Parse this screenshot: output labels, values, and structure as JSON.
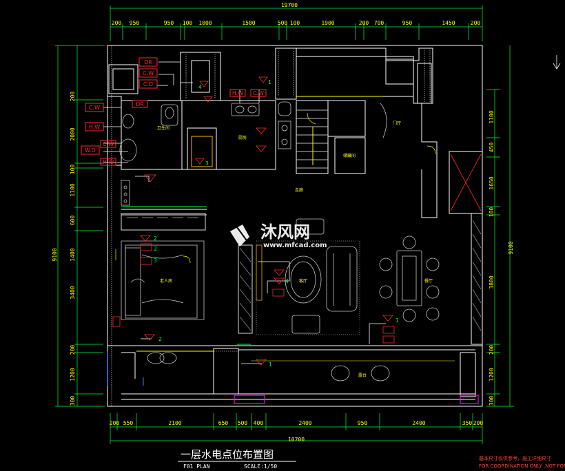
{
  "drawing": {
    "title": "一层水电点位布置图",
    "plan_code": "F01 PLAN",
    "scale": "SCALE:1/50",
    "note_line1": "基本尺寸仅供参考，施工详细尺寸",
    "note_line2": "FOR COORDINATION ONLY ,NOT FOR"
  },
  "watermark": {
    "name": "沐风网",
    "url": "www.mfcad.com"
  },
  "dimensions": {
    "top_total": "19700",
    "top_segments": [
      "200",
      "950",
      "950",
      "100",
      "1000",
      "1500",
      "500",
      "100",
      "1900",
      "200",
      "700",
      "950",
      "1450",
      "200"
    ],
    "bottom_total": "10700",
    "bottom_segments": [
      "200",
      "550",
      "2100",
      "650",
      "500",
      "400",
      "2400",
      "950",
      "2400",
      "350",
      "200"
    ],
    "left_total": "9100",
    "left_segments": [
      "200",
      "2000",
      "100",
      "1100",
      "600",
      "1400",
      "3400",
      "200",
      "1200",
      "300"
    ],
    "right_total": "9100",
    "right_segments": [
      "1100",
      "450",
      "1650",
      "100",
      "3800",
      "200",
      "1200",
      "300"
    ]
  },
  "rooms": {
    "bathroom": "卫生间",
    "kitchen": "厨房",
    "hallway": "走廊",
    "foyer": "门厅",
    "storage": "储藏间",
    "elder_room": "老人房",
    "living": "客厅",
    "dining": "餐厅",
    "terrace": "露台"
  },
  "water_points": {
    "dr_top": "DR",
    "cw_top": "C.W",
    "cd_top": "C.D",
    "dr_bath": "DR",
    "cw_left": "C.W",
    "hw_left": "H.W",
    "cw_mid": "C.W",
    "wd_left": "W.D",
    "hw_low": "H.W",
    "hw_kitchen": "H.W",
    "cw_kitchen": "C.W"
  },
  "circuit_numbers": {
    "c4_top": "4",
    "c1_top": "1",
    "c3_kitchen": "3",
    "c2_elder_a": "2",
    "c2_elder_b": "2",
    "c3_elder": "3",
    "c2_bath_lower": "2",
    "c1_terrace": "1",
    "c4_living": "4",
    "c1_right": "1"
  },
  "colors": {
    "wall": "#ffffff",
    "dimension": "#ffff00",
    "extension": "#00ff3c",
    "point": "#ff2a2a",
    "room_label": "#ffff00",
    "furniture": "#c8c8c8",
    "accent_magenta": "#ff00ff",
    "pipe_blue": "#3b7bff"
  }
}
